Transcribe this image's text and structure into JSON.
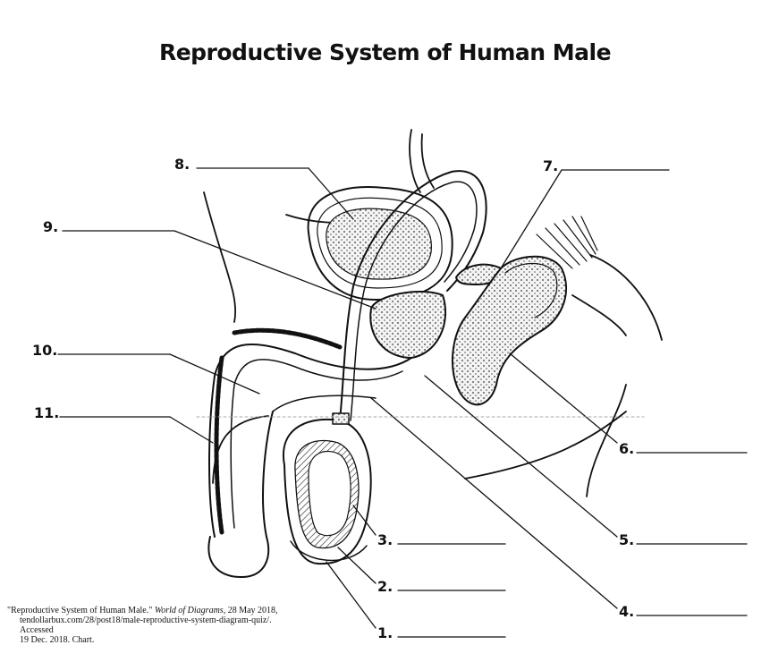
{
  "title": "Reproductive System of Human Male",
  "labels": [
    {
      "number": "1.",
      "key": "label-1"
    },
    {
      "number": "2.",
      "key": "label-2"
    },
    {
      "number": "3.",
      "key": "label-3"
    },
    {
      "number": "4.",
      "key": "label-4"
    },
    {
      "number": "5.",
      "key": "label-5"
    },
    {
      "number": "6.",
      "key": "label-6"
    },
    {
      "number": "7.",
      "key": "label-7"
    },
    {
      "number": "8.",
      "key": "label-8"
    },
    {
      "number": "9.",
      "key": "label-9"
    },
    {
      "number": "10.",
      "key": "label-10"
    },
    {
      "number": "11.",
      "key": "label-11"
    }
  ],
  "citation": {
    "quoted_title": "\"Reproductive System of Human Male.\"",
    "source": "World of Diagrams",
    "line1_rest": ", 28 May 2018,",
    "line2": "tendollarbux.com/28/post18/male-reproductive-system-diagram-quiz/. Accessed",
    "line3": "19 Dec. 2018. Chart."
  },
  "colors": {
    "ink": "#111111",
    "stipple": "#555555",
    "background": "#ffffff"
  }
}
